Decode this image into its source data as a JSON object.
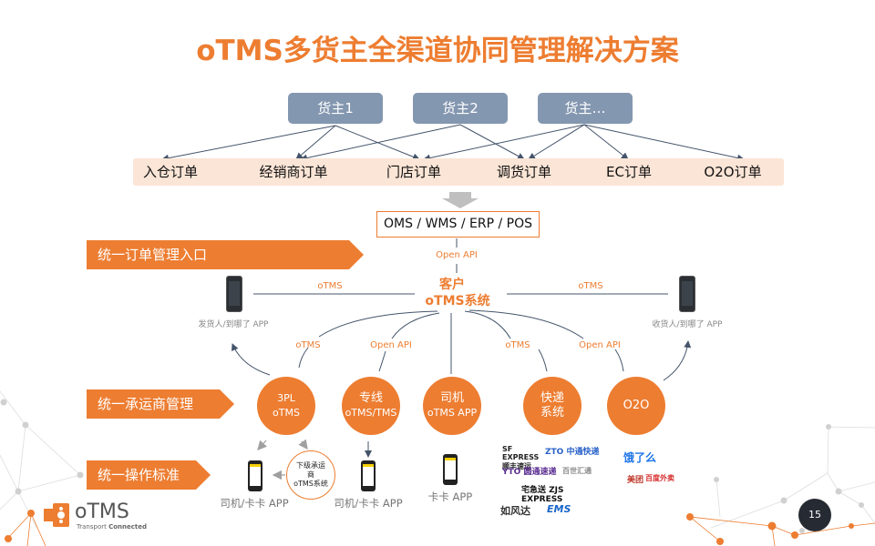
{
  "title": "oTMS多货主全渠道协同管理解决方案",
  "owners": [
    "货主1",
    "货主2",
    "货主…"
  ],
  "order_types": [
    "入仓订单",
    "经销商订单",
    "门店订单",
    "调货订单",
    "EC订单",
    "O2O订单"
  ],
  "systems_box": "OMS / WMS / ERP / POS",
  "bands": [
    "统一订单管理入口",
    "统一承运商管理",
    "统一操作标准"
  ],
  "hub": {
    "line1": "客户",
    "line2": "oTMS系统",
    "api_label": "Open API"
  },
  "edge_labels": {
    "left_app": "oTMS",
    "right_app": "oTMS",
    "c1": "oTMS",
    "c2": "Open API",
    "c4": "oTMS",
    "c5": "Open API"
  },
  "apps": {
    "sender": "发货人/到哪了 APP",
    "receiver": "收货人/到哪了 APP"
  },
  "carriers": [
    {
      "line1": "3PL",
      "line2": "oTMS"
    },
    {
      "line1": "专线",
      "line2": "oTMS/TMS"
    },
    {
      "line1": "司机",
      "line2": "oTMS APP"
    },
    {
      "line1": "快递",
      "line2": "系统"
    },
    {
      "line1": "O2O",
      "line2": ""
    }
  ],
  "sub_carrier": {
    "line1": "下级承运",
    "line2": "商",
    "line3": "oTMS系统"
  },
  "driver_apps": [
    "司机/卡卡 APP",
    "司机/卡卡 APP",
    "卡卡 APP"
  ],
  "express_logos": [
    "SF EXPRESS 顺丰速运",
    "ZTO 中通快递",
    "YTO 圆通速递",
    "百世汇通",
    "宅急送 ZJS EXPRESS",
    "如风达",
    "EMS"
  ],
  "o2o_logos": [
    "饿了么",
    "美团",
    "百度外卖"
  ],
  "brand": {
    "name": "oTMS",
    "tagline_light": "Transport",
    "tagline_bold": "Connected"
  },
  "page_number": "15",
  "colors": {
    "accent": "#ED7D31",
    "owner_box": "#8497B0",
    "order_band": "#FBE5D6",
    "page_badge": "#262B33"
  }
}
